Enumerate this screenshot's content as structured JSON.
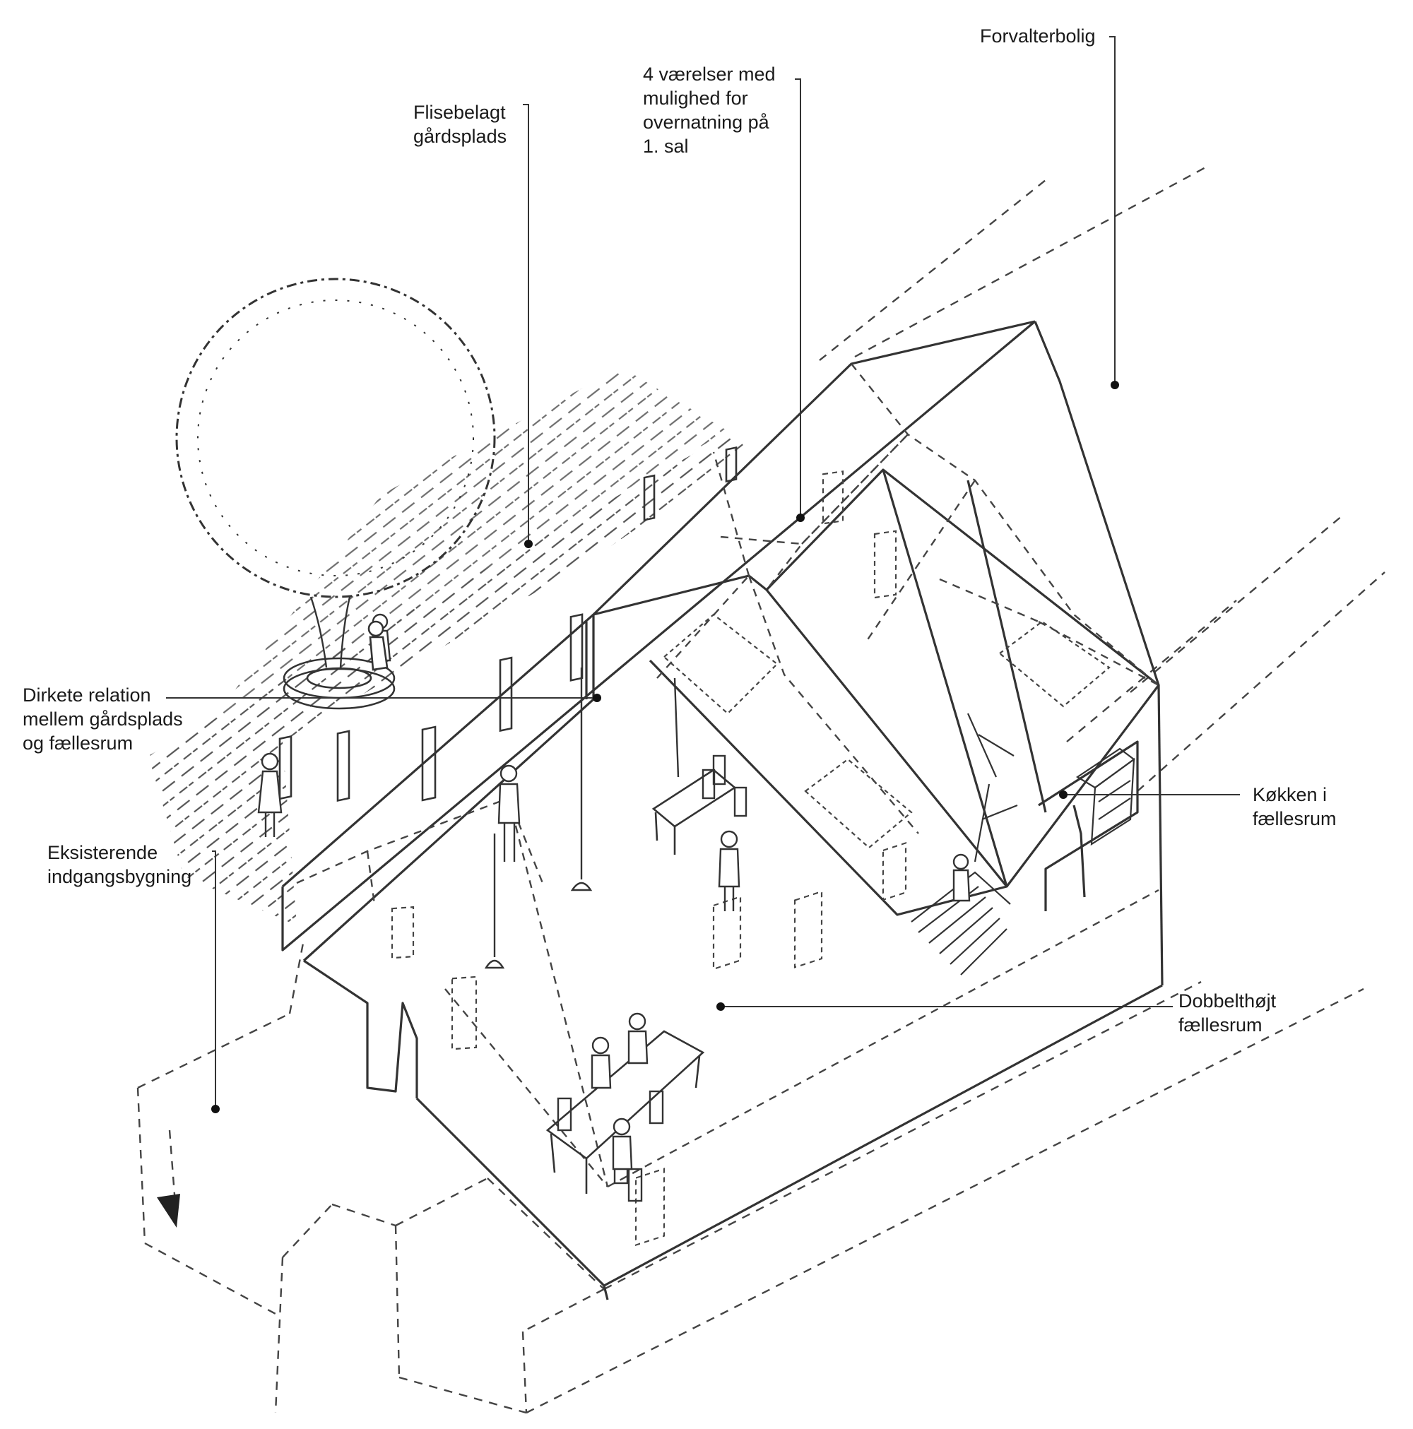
{
  "labels": {
    "forvalterbolig": {
      "lines": [
        "Forvalterbolig"
      ]
    },
    "vaerelser": {
      "lines": [
        "4 værelser med",
        "mulighed for",
        "overnatning på",
        "1. sal"
      ]
    },
    "flisebelagt": {
      "lines": [
        "Flisebelagt",
        "gårdsplads"
      ]
    },
    "dirkete": {
      "lines": [
        "Dirkete relation",
        "mellem gårdsplads",
        "og fællesrum"
      ]
    },
    "eksisterende": {
      "lines": [
        "Eksisterende",
        "indgangsbygning"
      ]
    },
    "koekken": {
      "lines": [
        "Køkken i",
        "fællesrum"
      ]
    },
    "dobbelthoejt": {
      "lines": [
        "Dobbelthøjt",
        "fællesrum"
      ]
    }
  },
  "colors": {
    "ink": "#333333",
    "label_text": "#1a1a1a",
    "background": "#ffffff"
  },
  "icons": {
    "tree": "tree-icon",
    "person": "person-icon",
    "bench": "round-bench-icon",
    "bed": "bed-icon",
    "table": "dining-table-icon",
    "stair": "staircase-icon",
    "lamp": "pendant-lamp-icon"
  }
}
